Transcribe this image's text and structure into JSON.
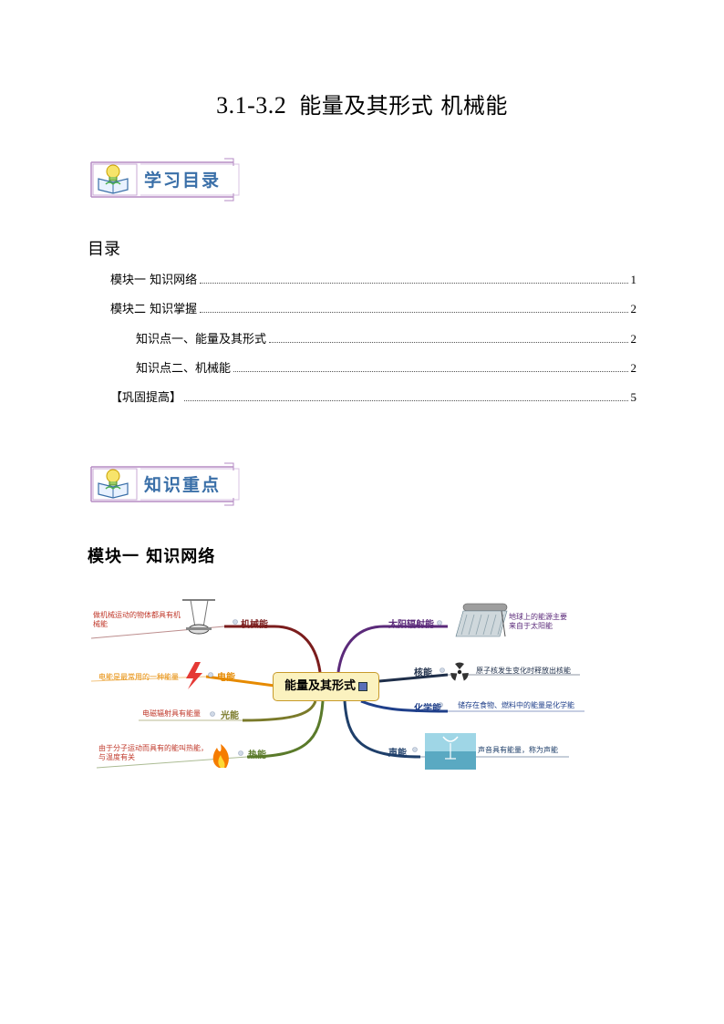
{
  "title": {
    "code": "3.1-3.2",
    "name": "能量及其形式 机械能"
  },
  "banners": {
    "contents": "学习目录",
    "key_points": "知识重点"
  },
  "toc": {
    "heading": "目录",
    "items": [
      {
        "label": "模块一  知识网络",
        "page": "1"
      },
      {
        "label": "模块二  知识掌握",
        "page": "2"
      },
      {
        "label": "知识点一、能量及其形式",
        "page": "2"
      },
      {
        "label": "知识点二、机械能",
        "page": "2"
      },
      {
        "label": "【巩固提高】",
        "page": "5"
      }
    ]
  },
  "module1": {
    "heading": "模块一  知识网络"
  },
  "mindmap": {
    "center": "能量及其形式",
    "left": [
      {
        "node": "机械能",
        "desc": "做机械运动的物体都具有机械能",
        "color": "#7b1d1d"
      },
      {
        "node": "电能",
        "desc": "电能是最常用的一种能量",
        "color": "#e68a00"
      },
      {
        "node": "光能",
        "desc": "电磁辐射具有能量",
        "color": "#7a7a2a"
      },
      {
        "node": "热能",
        "desc": "由于分子运动而具有的能叫热能，与温度有关",
        "color": "#5a7a2a"
      }
    ],
    "right": [
      {
        "node": "太阳辐射能",
        "desc": "地球上的能源主要来自于太阳能",
        "color": "#5b2a7a"
      },
      {
        "node": "核能",
        "desc": "原子核发生变化时释放出核能",
        "color": "#1f2f4a"
      },
      {
        "node": "化学能",
        "desc": "储存在食物、燃料中的能量是化学能",
        "color": "#1f3f8a"
      },
      {
        "node": "声能",
        "desc": "声音具有能量，称为声能",
        "color": "#1f3f6a"
      }
    ]
  }
}
